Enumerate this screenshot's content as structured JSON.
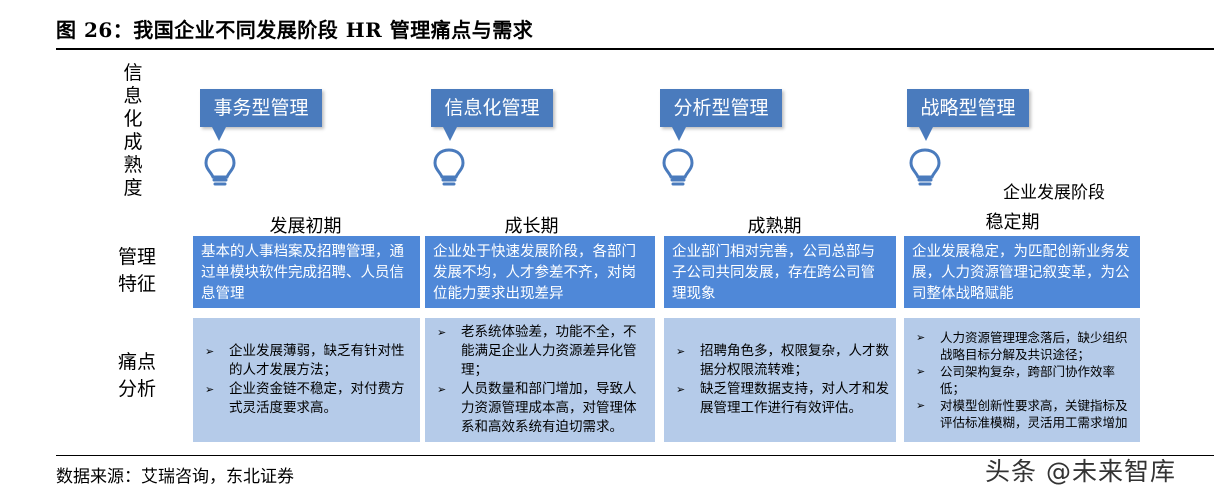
{
  "figure": {
    "title": "图 26：我国企业不同发展阶段 HR 管理痛点与需求",
    "source": "数据来源：艾瑞咨询，东北证券",
    "watermark": "头条 @未来智库"
  },
  "axes": {
    "y_label": "信\n息\n化\n成\n熟\n度",
    "x_label": "企业发展阶段"
  },
  "row_labels": {
    "management": "管理\n特征",
    "pain": "痛点\n分析"
  },
  "icons": {
    "stage_icon": "lightbulb-icon",
    "bullet_icon": "arrowhead-bullet"
  },
  "colors": {
    "callout": "#4a7bbd",
    "feature_box": "#4f88d8",
    "pain_box": "#b5cbe9"
  },
  "stages": [
    {
      "callout": "事务型管理",
      "name": "发展初期",
      "feature": "基本的人事档案及招聘管理，通过单模块软件完成招聘、人员信息管理",
      "pain": [
        "企业发展薄弱，缺乏有针对性的人才发展方法；",
        "企业资金链不稳定，对付费方式灵活度要求高。"
      ]
    },
    {
      "callout": "信息化管理",
      "name": "成长期",
      "feature": "企业处于快速发展阶段，各部门发展不均，人才参差不齐，对岗位能力要求出现差异",
      "pain": [
        "老系统体验差，功能不全，不能满足企业人力资源差异化管理；",
        "人员数量和部门增加，导致人力资源管理成本高，对管理体系和高效系统有迫切需求。"
      ]
    },
    {
      "callout": "分析型管理",
      "name": "成熟期",
      "feature": "企业部门相对完善，公司总部与子公司共同发展，存在跨公司管理现象",
      "pain": [
        "招聘角色多，权限复杂，人才数据分权限流转难；",
        "缺乏管理数据支持，对人才和发展管理工作进行有效评估。"
      ]
    },
    {
      "callout": "战略型管理",
      "name": "稳定期",
      "feature": "企业发展稳定，为匹配创新业务发展，人力资源管理记叙变革，为公司整体战略赋能",
      "pain": [
        "人力资源管理理念落后，缺少组织战略目标分解及共识途径；",
        "公司架构复杂，跨部门协作效率低；",
        "对模型创新性要求高，关键指标及评估标准模糊，灵活用工需求增加"
      ]
    }
  ]
}
